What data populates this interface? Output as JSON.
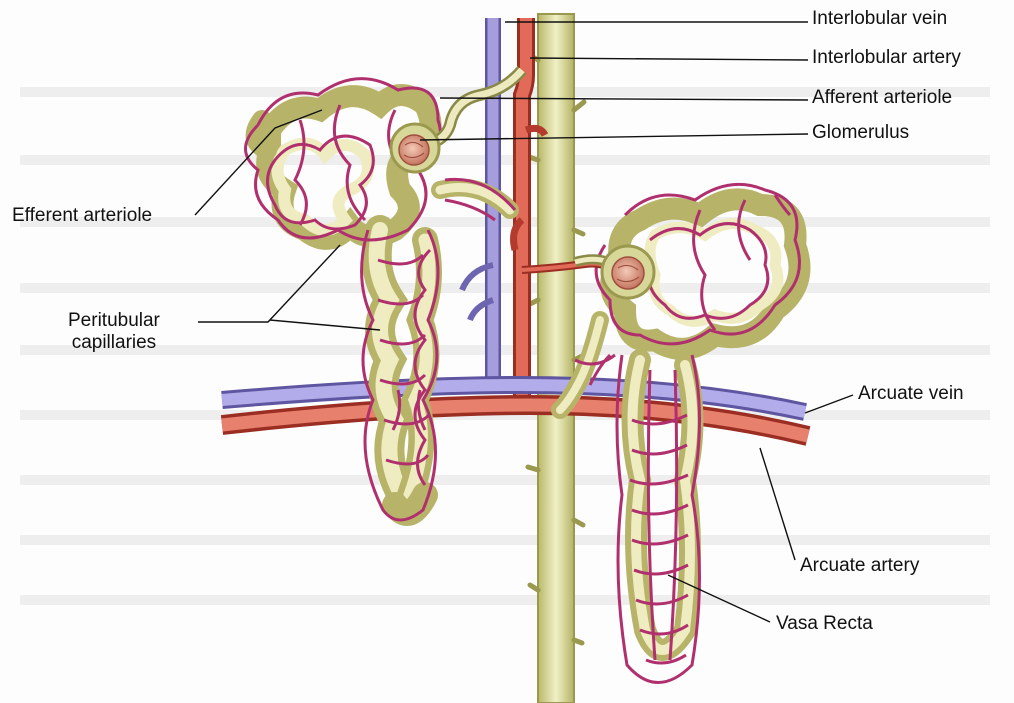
{
  "labels": {
    "interlobular_vein": "Interlobular vein",
    "interlobular_artery": "Interlobular artery",
    "afferent_arteriole": "Afferent arteriole",
    "glomerulus": "Glomerulus",
    "efferent_arteriole": "Efferent arteriole",
    "peritubular_capillaries": [
      "Peritubular",
      "capillaries"
    ],
    "arcuate_vein": "Arcuate vein",
    "arcuate_artery": "Arcuate artery",
    "vasa_recta": "Vasa Recta"
  },
  "colors": {
    "artery": "#d9574a",
    "vein": "#8f86c8",
    "tubule": "#d8d79a",
    "capillary": "#b0306e",
    "glomerulus": "#c9866c",
    "leader": "#111111"
  }
}
